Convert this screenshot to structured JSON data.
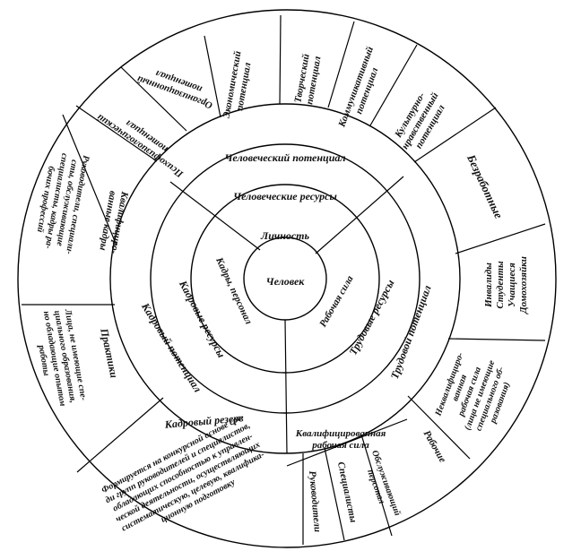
{
  "center": "Человек",
  "ring1": {
    "top": "Личность",
    "left": "Кадры, персонал",
    "right": "Рабочая сила"
  },
  "ring2": {
    "top": "Человеческие ресурсы",
    "left": "Кадровые ресурсы",
    "right": "Трудовые ресурсы"
  },
  "ring3": {
    "top": "Человеческий потенциал",
    "left": "Кадровый потенциал",
    "right": "Трудовой потенциал",
    "bottom_right": [
      "Квалифицированная",
      "рабочая сила"
    ]
  },
  "outer": {
    "psych": [
      "Психофизиологический",
      "потенциал"
    ],
    "org": [
      "Организационный",
      "потенциал"
    ],
    "econ": [
      "Экономический",
      "потенциал"
    ],
    "creative": [
      "Творческий",
      "потенциал"
    ],
    "comm": [
      "Коммуникативный",
      "потенциал"
    ],
    "cult": [
      "Культурно-",
      "нравственный",
      "потенциал"
    ],
    "unemployed": "Безработные",
    "groups": [
      "Инвалиды",
      "Студенты",
      "Учащиеся",
      "Домохозяйки"
    ],
    "unskilled": [
      "Неквалифициро-",
      "ванная",
      "рабочая сила",
      "(лица не имеющие",
      "специального об-",
      "разования)"
    ],
    "workers": "Рабочие",
    "service": [
      "Обслуживающий",
      "персонал"
    ],
    "specialists": "Специалисты",
    "managers": "Руководители",
    "reserve": "Кадровый резерв",
    "reserve_desc": [
      "Формируется на конкурсной основе сре-",
      "ди групп руководителей и специалистов,",
      "обладающих способностью к управлен-",
      "ческой деятельности, осуществляющих",
      "систематическую, целевую, квалифика-",
      "ционную подготовку"
    ],
    "practitioners": "Практики",
    "practitioners_desc": [
      "Лица, не имеющие спе-",
      "циального образования,",
      "но обладающие опытом",
      "работы"
    ],
    "qualified_cadres": [
      "Квалифициро-",
      "ванные кадры"
    ],
    "professionals": [
      "Руководители, специали-",
      "сты, обслуживающие",
      "специалисты, кадры ра-",
      "бочих профессий"
    ]
  }
}
